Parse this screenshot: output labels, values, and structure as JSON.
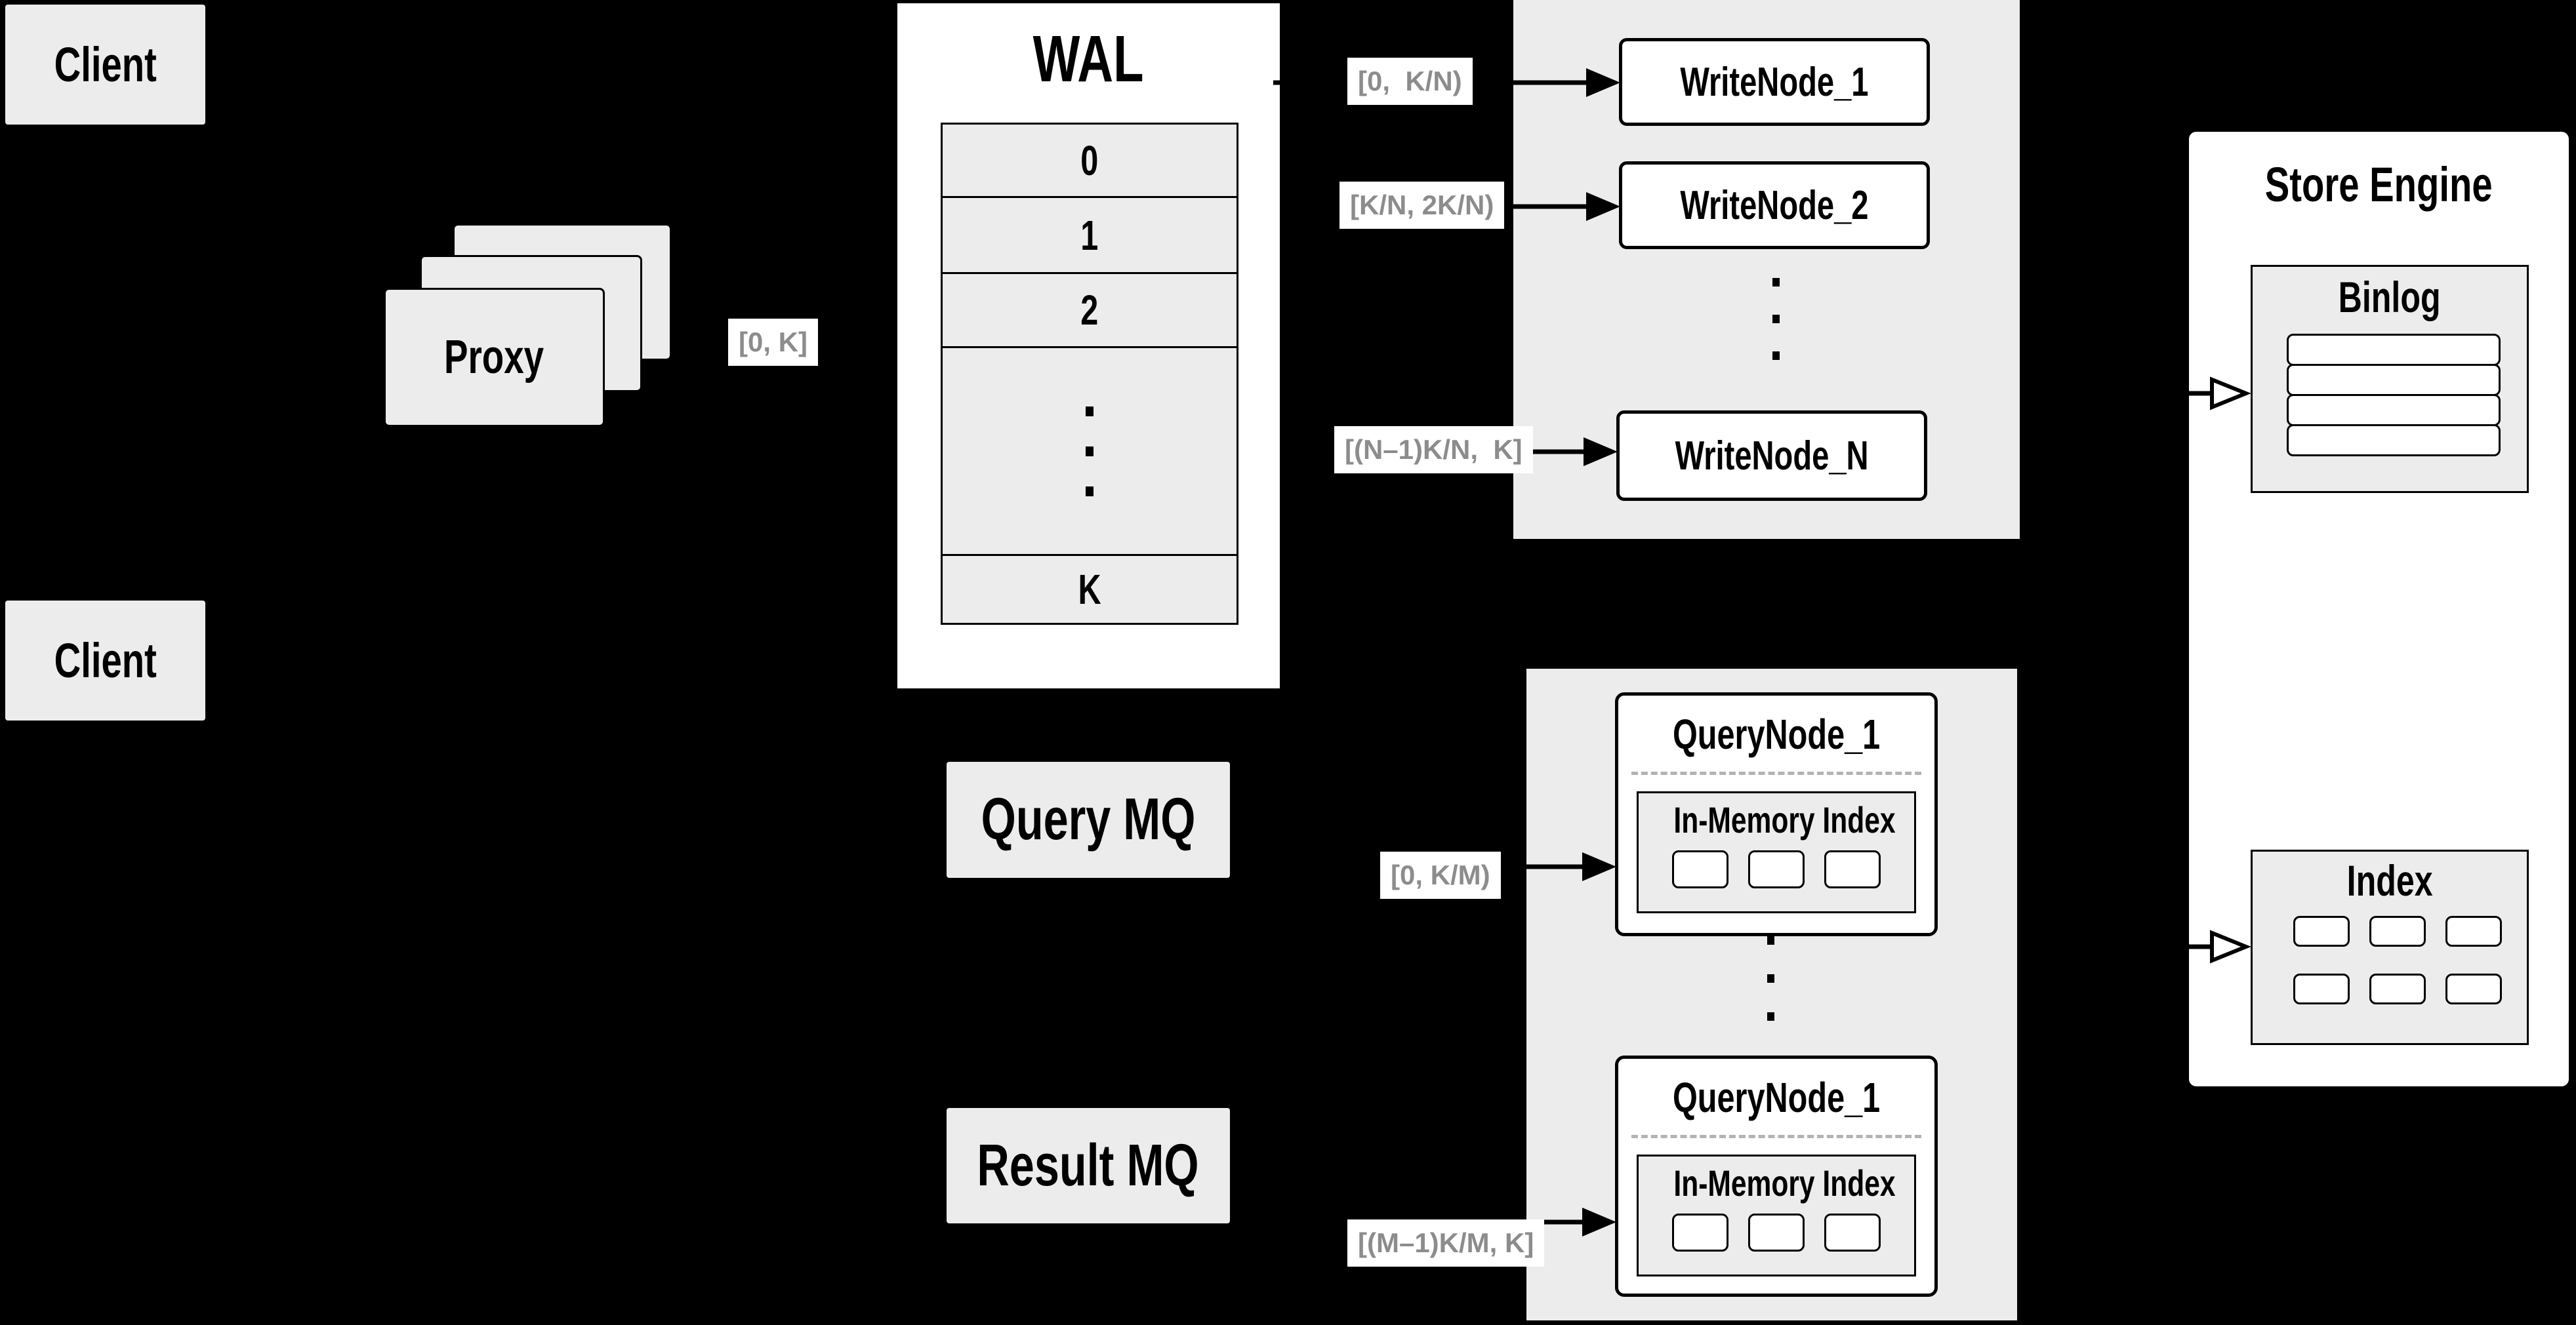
{
  "diagram": {
    "clients": {
      "top": "Client",
      "bottom": "Client"
    },
    "proxy": {
      "label": "Proxy"
    },
    "wal": {
      "title": "WAL",
      "rows": [
        "0",
        "1",
        "2"
      ],
      "last_row": "K"
    },
    "range_labels": {
      "proxy_to_wal": "[0, K]",
      "to_writenode_1": "[0,  K/N)",
      "to_writenode_2": "[K/N, 2K/N)",
      "to_writenode_n": "[(N–1)K/N,  K]",
      "to_querynode_1": "[0, K/M)",
      "to_querynode_m": "[(M–1)K/M, K]"
    },
    "write_nodes": {
      "items": [
        {
          "label": "WriteNode_1"
        },
        {
          "label": "WriteNode_2"
        },
        {
          "label": "WriteNode_N"
        }
      ]
    },
    "mq": {
      "query": "Query MQ",
      "result": "Result MQ"
    },
    "query_nodes": {
      "items": [
        {
          "title": "QueryNode_1",
          "index_title": "In-Memory Index"
        },
        {
          "title": "QueryNode_1",
          "index_title": "In-Memory Index"
        }
      ]
    },
    "store_engine": {
      "title": "Store Engine",
      "binlog_title": "Binlog",
      "index_title": "Index"
    }
  },
  "colors": {
    "background": "#000000",
    "panel_gray": "#ececec",
    "node_white": "#ffffff",
    "line_black": "#000000",
    "label_text": "#8c8c8c",
    "dashed_separator": "#b3b3b3"
  }
}
